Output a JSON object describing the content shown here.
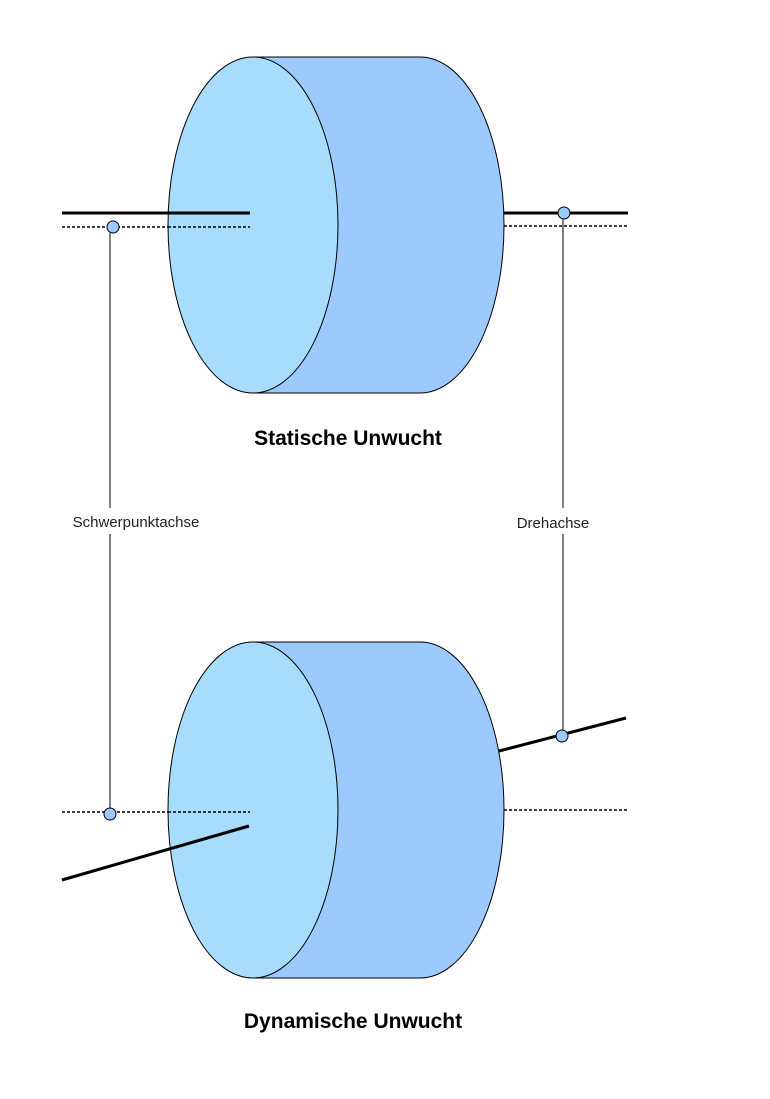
{
  "labels": {
    "static_title": "Statische Unwucht",
    "dynamic_title": "Dynamische Unwucht",
    "cog_axis": "Schwerpunktachse",
    "rotation_axis": "Drehachse"
  },
  "colors": {
    "cylinder_face": "#a8dcfc",
    "cylinder_body": "#9ccaff",
    "marker_fill": "#9ccaff",
    "outline": "#000000",
    "background": "#ffffff"
  }
}
